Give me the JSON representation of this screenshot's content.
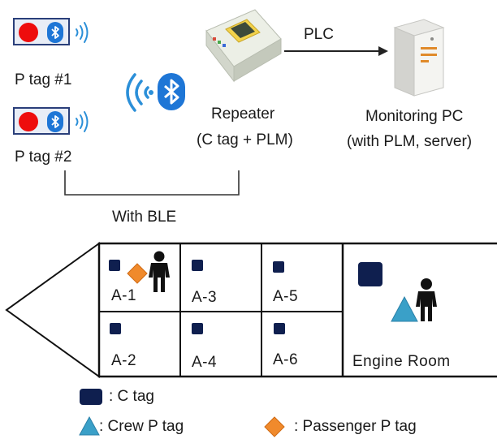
{
  "top": {
    "ptag1_label": "P tag #1",
    "ptag2_label": "P tag #2",
    "ble_label": "With BLE",
    "repeater_line1": "Repeater",
    "repeater_line2": "(C tag + PLM)",
    "plc_label": "PLC",
    "monitor_line1": "Monitoring PC",
    "monitor_line2": "(with PLM, server)"
  },
  "ship": {
    "rooms": [
      "A-1",
      "A-3",
      "A-5",
      "A-2",
      "A-4",
      "A-6"
    ],
    "engine_room": "Engine Room"
  },
  "legend": {
    "ctag": ": C tag",
    "crew": ": Crew P tag",
    "passenger": ": Passenger P tag"
  },
  "colors": {
    "ctag": "#0f1f4f",
    "crew": "#3aa0c8",
    "passenger": "#f08a2c",
    "tag_red": "#ee0d0d",
    "bluetooth": "#1e76d6"
  },
  "icons": [
    "bluetooth-icon",
    "signal-waves-icon",
    "repeater-device-icon",
    "server-tower-icon",
    "person-icon"
  ]
}
